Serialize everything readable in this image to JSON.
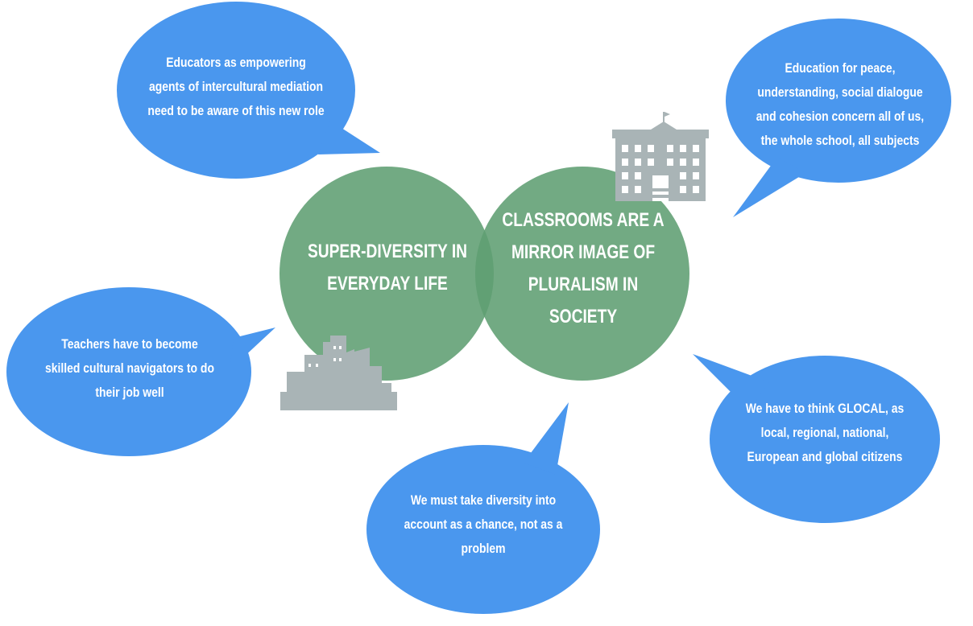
{
  "colors": {
    "bubble": "#4a97ee",
    "circle": "#5f9e72",
    "icon": "#a9b4b6",
    "text": "#ffffff"
  },
  "circles": {
    "left": "SUPER-DIVERSITY IN EVERYDAY LIFE",
    "right": "CLASSROOMS ARE A MIRROR IMAGE OF PLURALISM IN SOCIETY"
  },
  "bubbles": {
    "top_left": "Educators as empowering agents of intercultural mediation need to be aware of this new role",
    "top_right": "Education for peace, understanding, social dialogue and cohesion concern all of us, the whole school, all subjects",
    "mid_left": "Teachers have to become skilled cultural navigators to do their job well",
    "bottom_center": "We must take diversity into account as a chance, not as a problem",
    "bottom_right": "We have to think GLOCAL, as local, regional, national, European and global citizens"
  },
  "icons": [
    "school-building-icon",
    "city-skyline-icon"
  ]
}
